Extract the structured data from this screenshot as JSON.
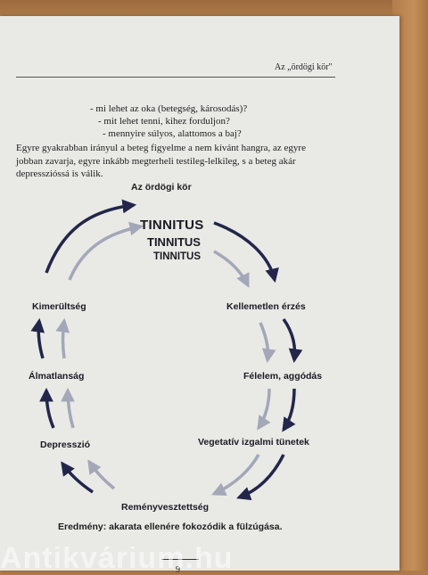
{
  "running_head": "Az „ördögi kör\"",
  "questions": [
    "- mi lehet az oka (betegség, károsodás)?",
    "- mit lehet tenni, kihez forduljon?",
    "- mennyire súlyos, alattomos a baj?"
  ],
  "paragraph": [
    "Egyre gyakrabban irányul a beteg figyelme a nem kívánt hangra, az egyre",
    "jobban zavarja, egyre inkább megterheli testileg-lelkileg, s a beteg akár",
    "depresszióssá is válik."
  ],
  "figure": {
    "title": "Az ördögi kör",
    "tinnitus": [
      "TINNITUS",
      "TINNITUS",
      "TINNITUS"
    ],
    "labels": {
      "kellemetlen": "Kellemetlen érzés",
      "felelem": "Félelem, aggódás",
      "vegetativ": "Vegetatív izgalmi tünetek",
      "remeny": "Reményvesztettség",
      "depresszio": "Depresszió",
      "almatlansag": "Álmatlanság",
      "kimerultseg": "Kimerültség"
    },
    "colors": {
      "dark_arrow": "#23264a",
      "light_arrow": "#a3a7b8"
    }
  },
  "result": "Eredmény: akarata ellenére fokozódik a fülzúgása.",
  "page_number": "9",
  "watermark": "Antikvárium.hu"
}
